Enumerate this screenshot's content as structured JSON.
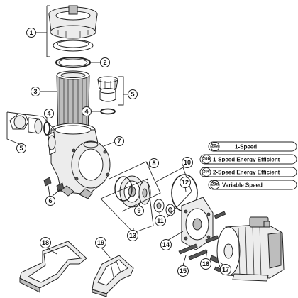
{
  "callouts": {
    "c1": "1",
    "c2": "2",
    "c3": "3",
    "c4a": "4",
    "c4b": "4",
    "c5a": "5",
    "c5b": "5",
    "c6": "6",
    "c7": "7",
    "c8": "8",
    "c9": "9",
    "c10": "10",
    "c11": "11",
    "c12": "12",
    "c13": "13",
    "c14": "14",
    "c15": "15",
    "c16": "16",
    "c17": "17",
    "c18": "18",
    "c19": "19"
  },
  "legend": [
    {
      "code": "20a",
      "label": "1-Speed"
    },
    {
      "code": "20b",
      "label": "1-Speed Energy Efficient"
    },
    {
      "code": "20c",
      "label": "2-Speed Energy Efficient"
    },
    {
      "code": "20d",
      "label": "Variable Speed"
    }
  ]
}
